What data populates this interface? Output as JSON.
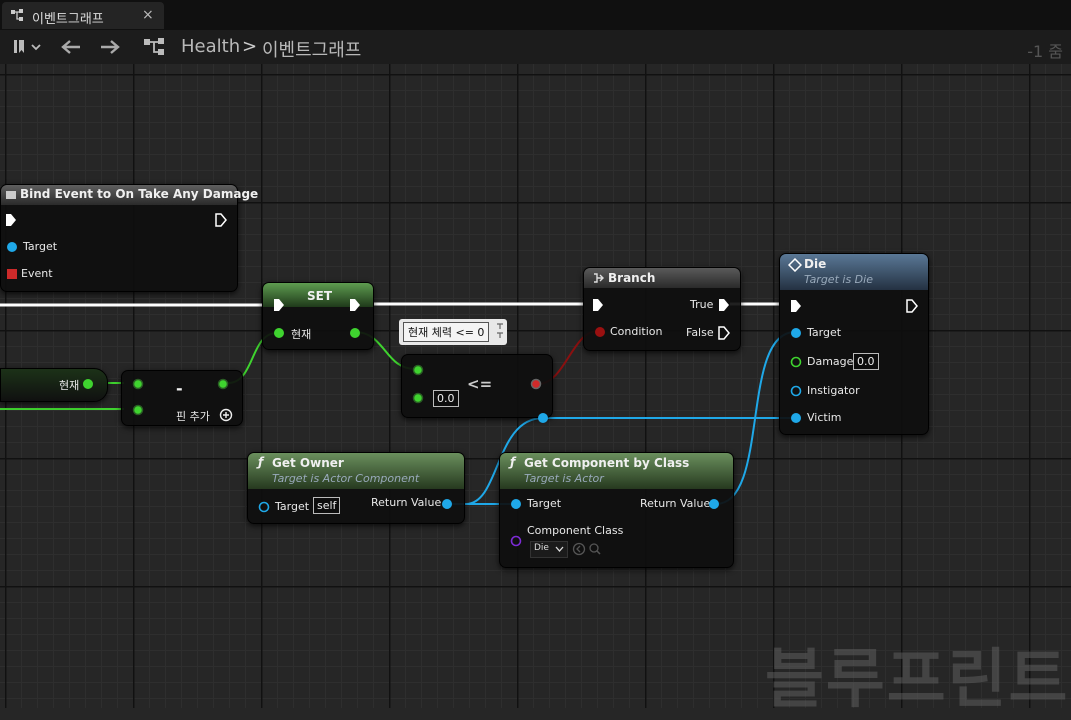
{
  "tab": {
    "title": "이벤트그래프",
    "close": "×"
  },
  "toolbar": {
    "breadcrumb_root": "Health",
    "breadcrumb_sep": ">",
    "breadcrumb_current": "이벤트그래프",
    "zoom": "-1 줌"
  },
  "nodes": {
    "bind_event": {
      "title": "Bind Event to On Take Any Damage",
      "pin_target": "Target",
      "pin_event": "Event"
    },
    "set": {
      "title": "SET",
      "pin_var": "현재"
    },
    "var_get": {
      "label": "현재"
    },
    "subtract": {
      "title": "-",
      "add_pin": "핀 추가"
    },
    "less_equal": {
      "title": "<=",
      "value": "0.0",
      "tooltip": "현재 체력 <= 0"
    },
    "branch": {
      "title": "Branch",
      "pin_condition": "Condition",
      "pin_true": "True",
      "pin_false": "False"
    },
    "die": {
      "title": "Die",
      "subtitle": "Target is Die",
      "pin_target": "Target",
      "pin_damage": "Damage",
      "damage_value": "0.0",
      "pin_instigator": "Instigator",
      "pin_victim": "Victim"
    },
    "get_owner": {
      "title": "Get Owner",
      "subtitle": "Target is Actor Component",
      "pin_target": "Target",
      "target_value": "self",
      "pin_return": "Return Value"
    },
    "get_component": {
      "title": "Get Component by Class",
      "subtitle": "Target is Actor",
      "pin_target": "Target",
      "pin_return": "Return Value",
      "pin_class": "Component Class",
      "class_value": "Die"
    }
  },
  "colors": {
    "exec": "#ffffff",
    "object": "#1fa8e8",
    "float": "#3fd32f",
    "bool": "#9a1010",
    "class": "#7d2bd6",
    "delegate": "#cc2a2a"
  },
  "watermark": "블루프린트"
}
